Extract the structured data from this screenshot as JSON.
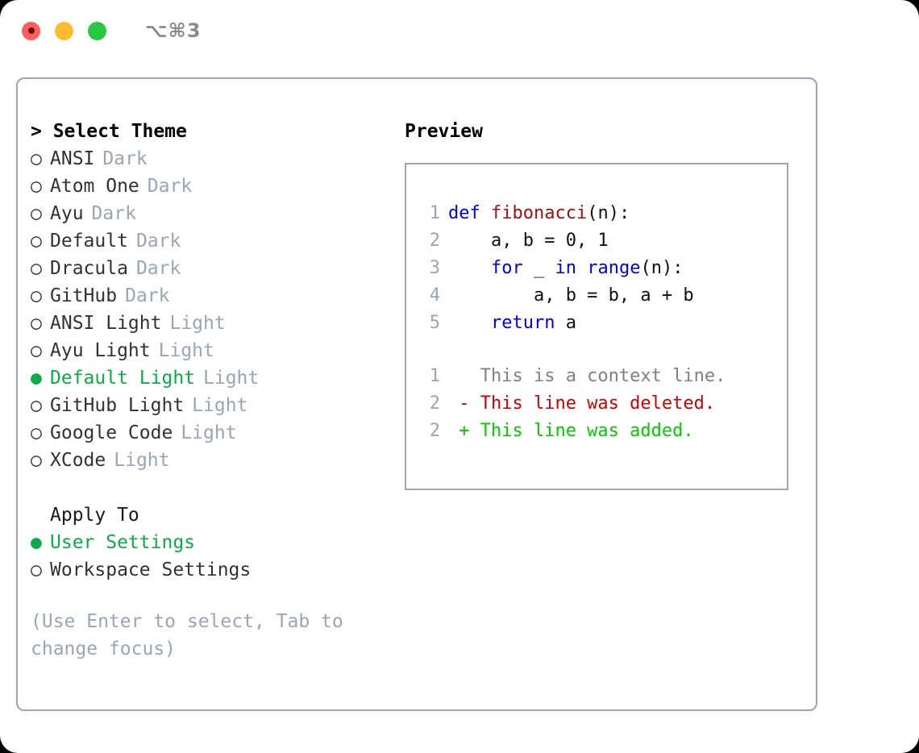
{
  "titlebar": {
    "shortcut": "⌥⌘3",
    "lights": [
      {
        "name": "close",
        "color": "#ff5f57"
      },
      {
        "name": "minimize",
        "color": "#ffbd2e"
      },
      {
        "name": "maximize",
        "color": "#28c840"
      }
    ]
  },
  "theme_panel": {
    "header": "> Select Theme",
    "options": [
      {
        "marker": "○",
        "label": "ANSI",
        "tag": "Dark",
        "selected": false
      },
      {
        "marker": "○",
        "label": "Atom One",
        "tag": "Dark",
        "selected": false
      },
      {
        "marker": "○",
        "label": "Ayu",
        "tag": "Dark",
        "selected": false
      },
      {
        "marker": "○",
        "label": "Default",
        "tag": "Dark",
        "selected": false
      },
      {
        "marker": "○",
        "label": "Dracula",
        "tag": "Dark",
        "selected": false
      },
      {
        "marker": "○",
        "label": "GitHub",
        "tag": "Dark",
        "selected": false
      },
      {
        "marker": "○",
        "label": "ANSI Light",
        "tag": "Light",
        "selected": false
      },
      {
        "marker": "○",
        "label": "Ayu Light",
        "tag": "Light",
        "selected": false
      },
      {
        "marker": "●",
        "label": "Default Light",
        "tag": "Light",
        "selected": true
      },
      {
        "marker": "○",
        "label": "GitHub Light",
        "tag": "Light",
        "selected": false
      },
      {
        "marker": "○",
        "label": "Google Code",
        "tag": "Light",
        "selected": false
      },
      {
        "marker": "○",
        "label": "XCode",
        "tag": "Light",
        "selected": false
      }
    ]
  },
  "apply_to": {
    "header": "Apply To",
    "options": [
      {
        "marker": "●",
        "label": "User Settings",
        "selected": true
      },
      {
        "marker": "○",
        "label": "Workspace Settings",
        "selected": false
      }
    ]
  },
  "hint": "(Use Enter to select, Tab to\nchange focus)",
  "preview": {
    "header": "Preview",
    "code_lines": [
      {
        "lineno": "1",
        "tokens": [
          {
            "text": "def ",
            "style": "kw"
          },
          {
            "text": "fibonacci",
            "style": "fn"
          },
          {
            "text": "(n):",
            "style": "plain"
          }
        ]
      },
      {
        "lineno": "2",
        "tokens": [
          {
            "text": "    a, b = 0, 1",
            "style": "plain"
          }
        ]
      },
      {
        "lineno": "3",
        "tokens": [
          {
            "text": "    ",
            "style": "plain"
          },
          {
            "text": "for",
            "style": "kw"
          },
          {
            "text": " _ ",
            "style": "plain"
          },
          {
            "text": "in",
            "style": "kw"
          },
          {
            "text": " ",
            "style": "plain"
          },
          {
            "text": "range",
            "style": "kw"
          },
          {
            "text": "(n):",
            "style": "plain"
          }
        ]
      },
      {
        "lineno": "4",
        "tokens": [
          {
            "text": "        a, b = b, a + b",
            "style": "plain"
          }
        ]
      },
      {
        "lineno": "5",
        "tokens": [
          {
            "text": "    ",
            "style": "plain"
          },
          {
            "text": "return",
            "style": "kw"
          },
          {
            "text": " a",
            "style": "plain"
          }
        ]
      }
    ],
    "diff_lines": [
      {
        "lineno": "1",
        "tokens": [
          {
            "text": "   This is a context line.",
            "style": "ctx"
          }
        ]
      },
      {
        "lineno": "2",
        "tokens": [
          {
            "text": " - This line was deleted.",
            "style": "del"
          }
        ]
      },
      {
        "lineno": "2",
        "tokens": [
          {
            "text": " + This line was added.",
            "style": "add"
          }
        ]
      }
    ]
  },
  "colors": {
    "accent_green": "#0cab4a",
    "muted": "#9aa5b5",
    "border": "#9aa5b5",
    "keyword_blue": "#0000ee",
    "function_red": "#a50f0f",
    "diff_deleted": "#cc0000",
    "diff_added": "#00cc00",
    "context_gray": "#808080"
  }
}
